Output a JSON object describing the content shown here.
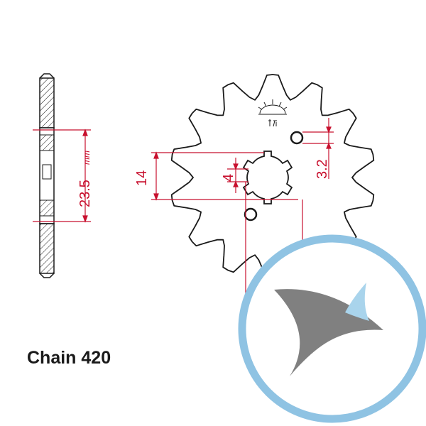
{
  "diagram": {
    "dimensions": {
      "pitch_value": "23.5",
      "pitch_unit": "mm",
      "height_14": "14",
      "width_4": "4",
      "hole_3_2": "3.2"
    },
    "chain_label": "Chain 420"
  },
  "logo": {
    "ring_color": "#8fc3e3",
    "bird_gray": "#808080",
    "bird_blue": "#a9d4ec"
  },
  "colors": {
    "dimension_red": "#c8102e",
    "outline": "#1a1a1a"
  }
}
